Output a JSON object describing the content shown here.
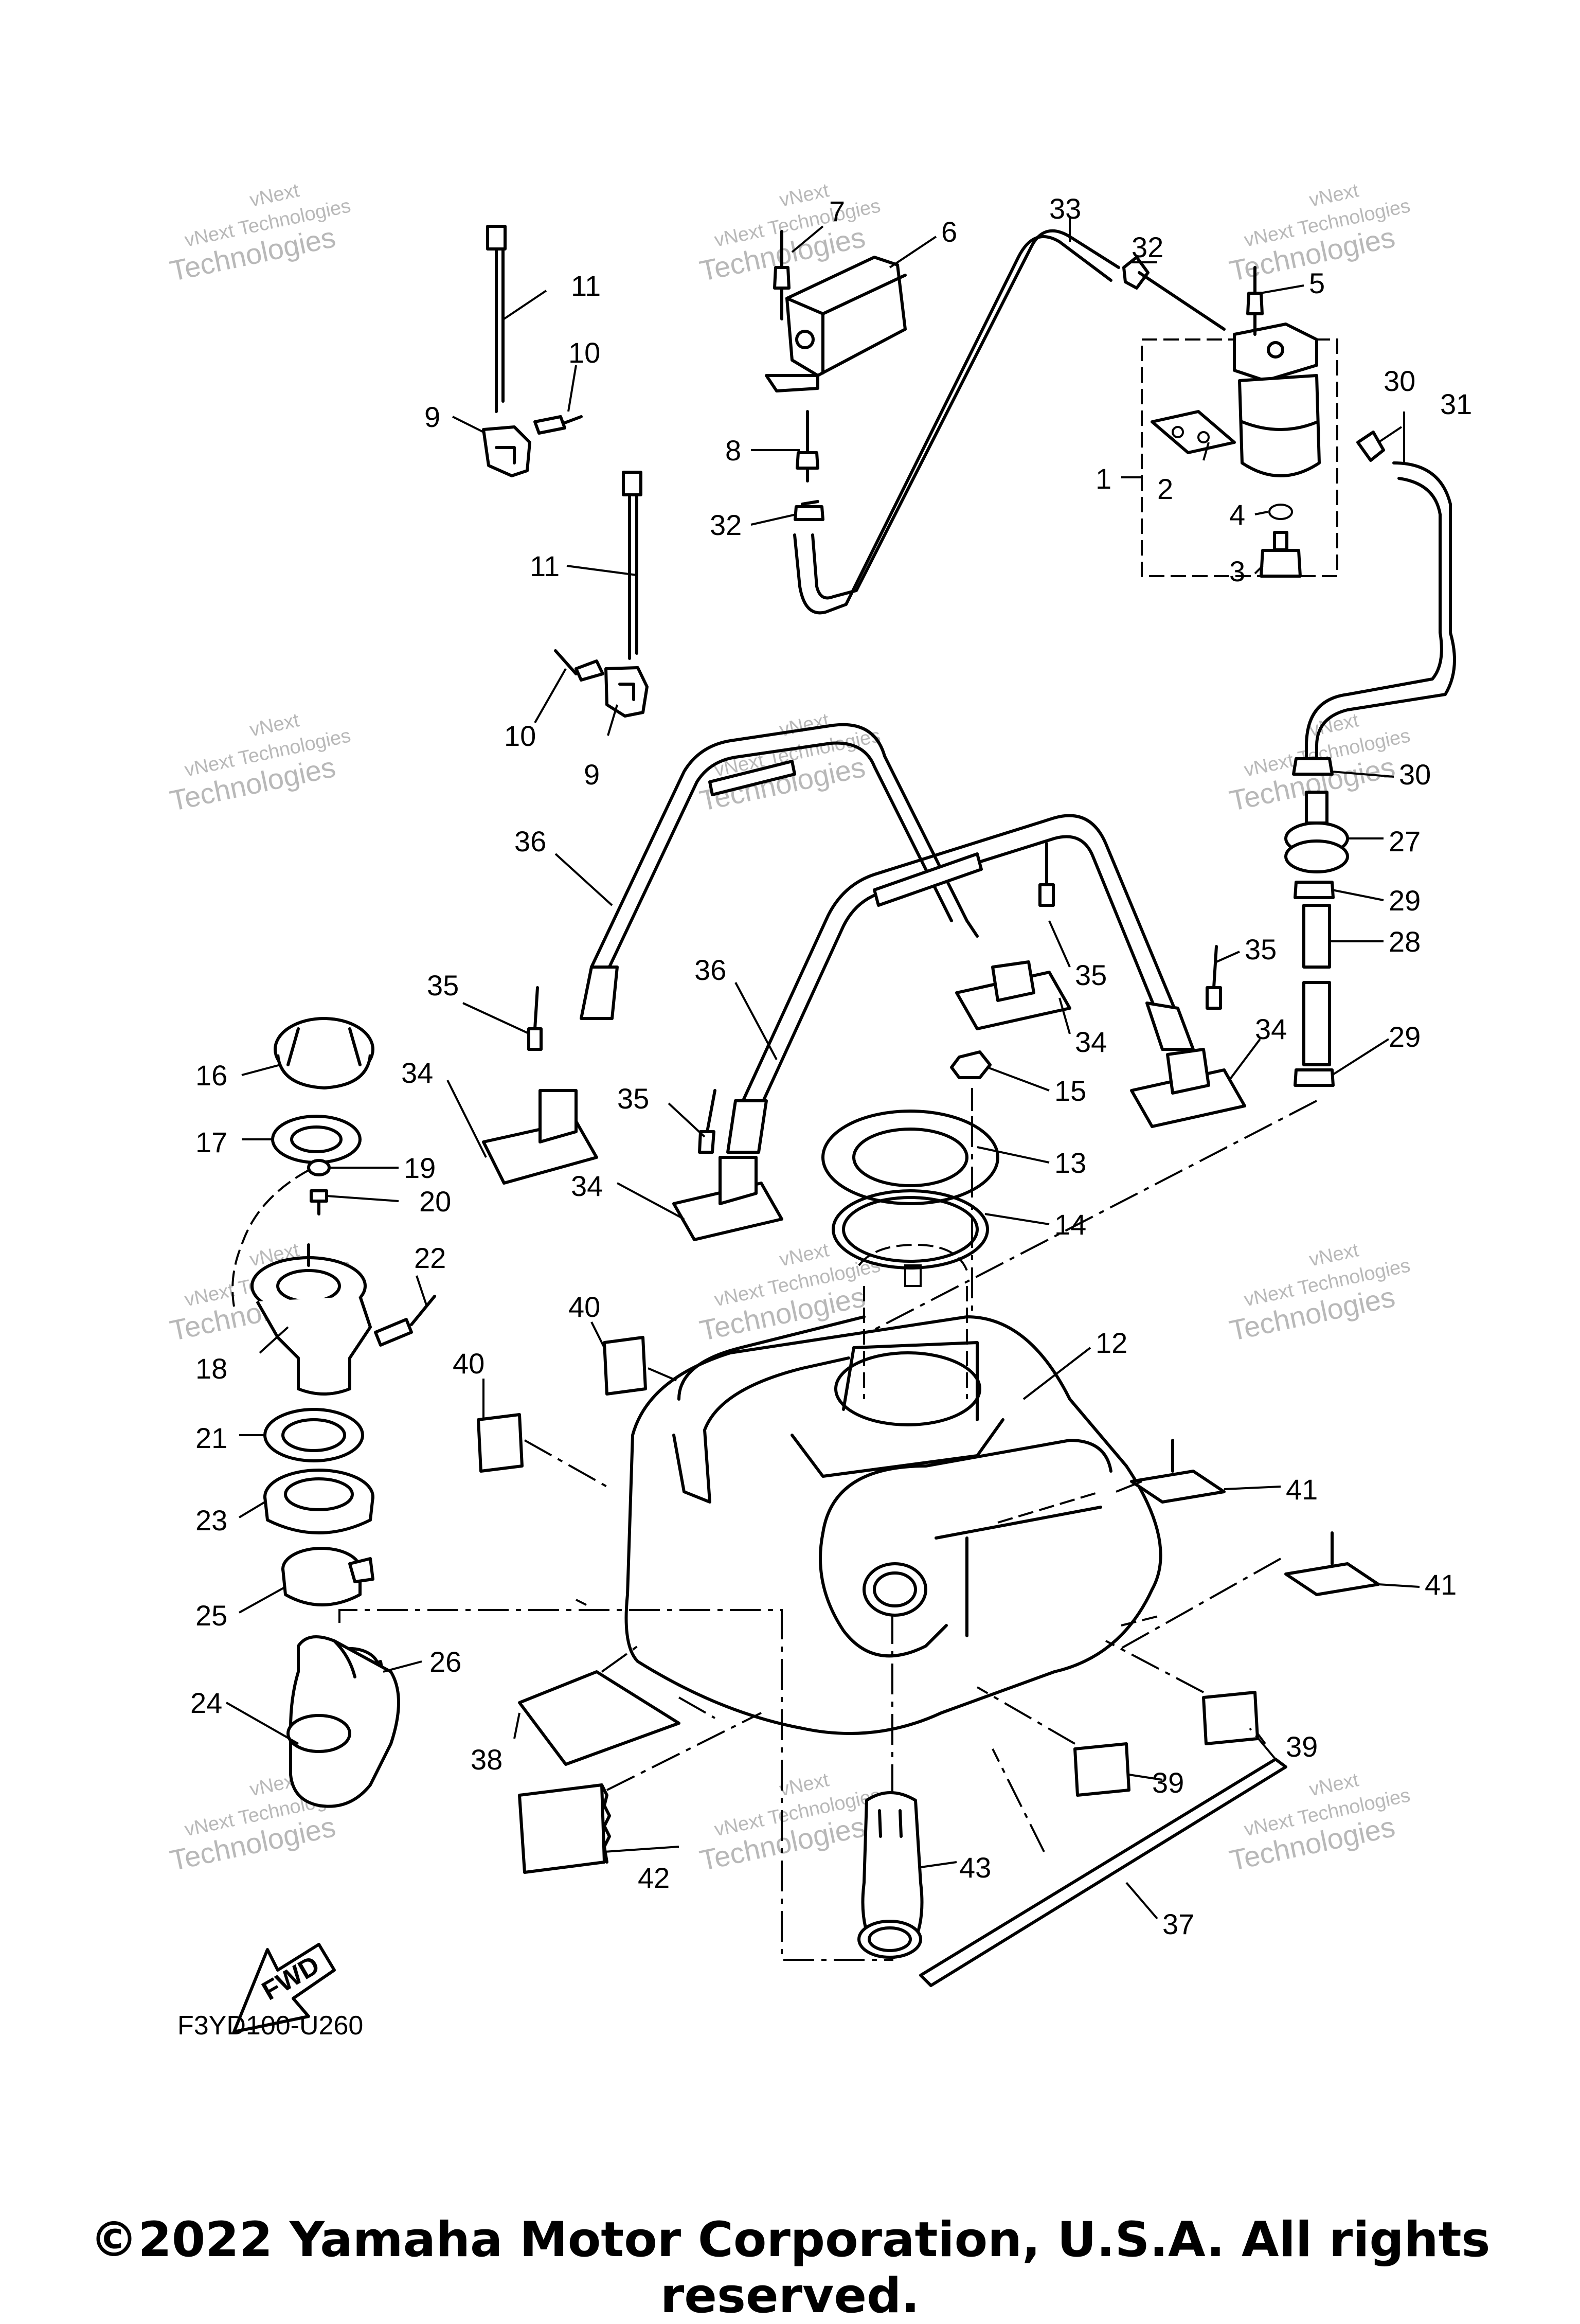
{
  "diagram": {
    "code": "F3YD100-U260",
    "copyright": "©2022 Yamaha Motor Corporation, U.S.A. All rights reserved.",
    "fwd_label": "FWD",
    "watermark": {
      "line1": "vNext",
      "line2": "vNext Technologies",
      "line3": "Technologies"
    },
    "callouts": [
      "1",
      "2",
      "3",
      "4",
      "5",
      "6",
      "7",
      "8",
      "9",
      "9",
      "10",
      "10",
      "11",
      "11",
      "12",
      "13",
      "14",
      "15",
      "16",
      "17",
      "18",
      "19",
      "20",
      "21",
      "22",
      "23",
      "24",
      "25",
      "26",
      "27",
      "28",
      "29",
      "29",
      "30",
      "30",
      "31",
      "32",
      "32",
      "33",
      "34",
      "34",
      "34",
      "34",
      "35",
      "35",
      "35",
      "35",
      "36",
      "36",
      "37",
      "38",
      "39",
      "39",
      "40",
      "40",
      "41",
      "41",
      "42",
      "43"
    ]
  }
}
